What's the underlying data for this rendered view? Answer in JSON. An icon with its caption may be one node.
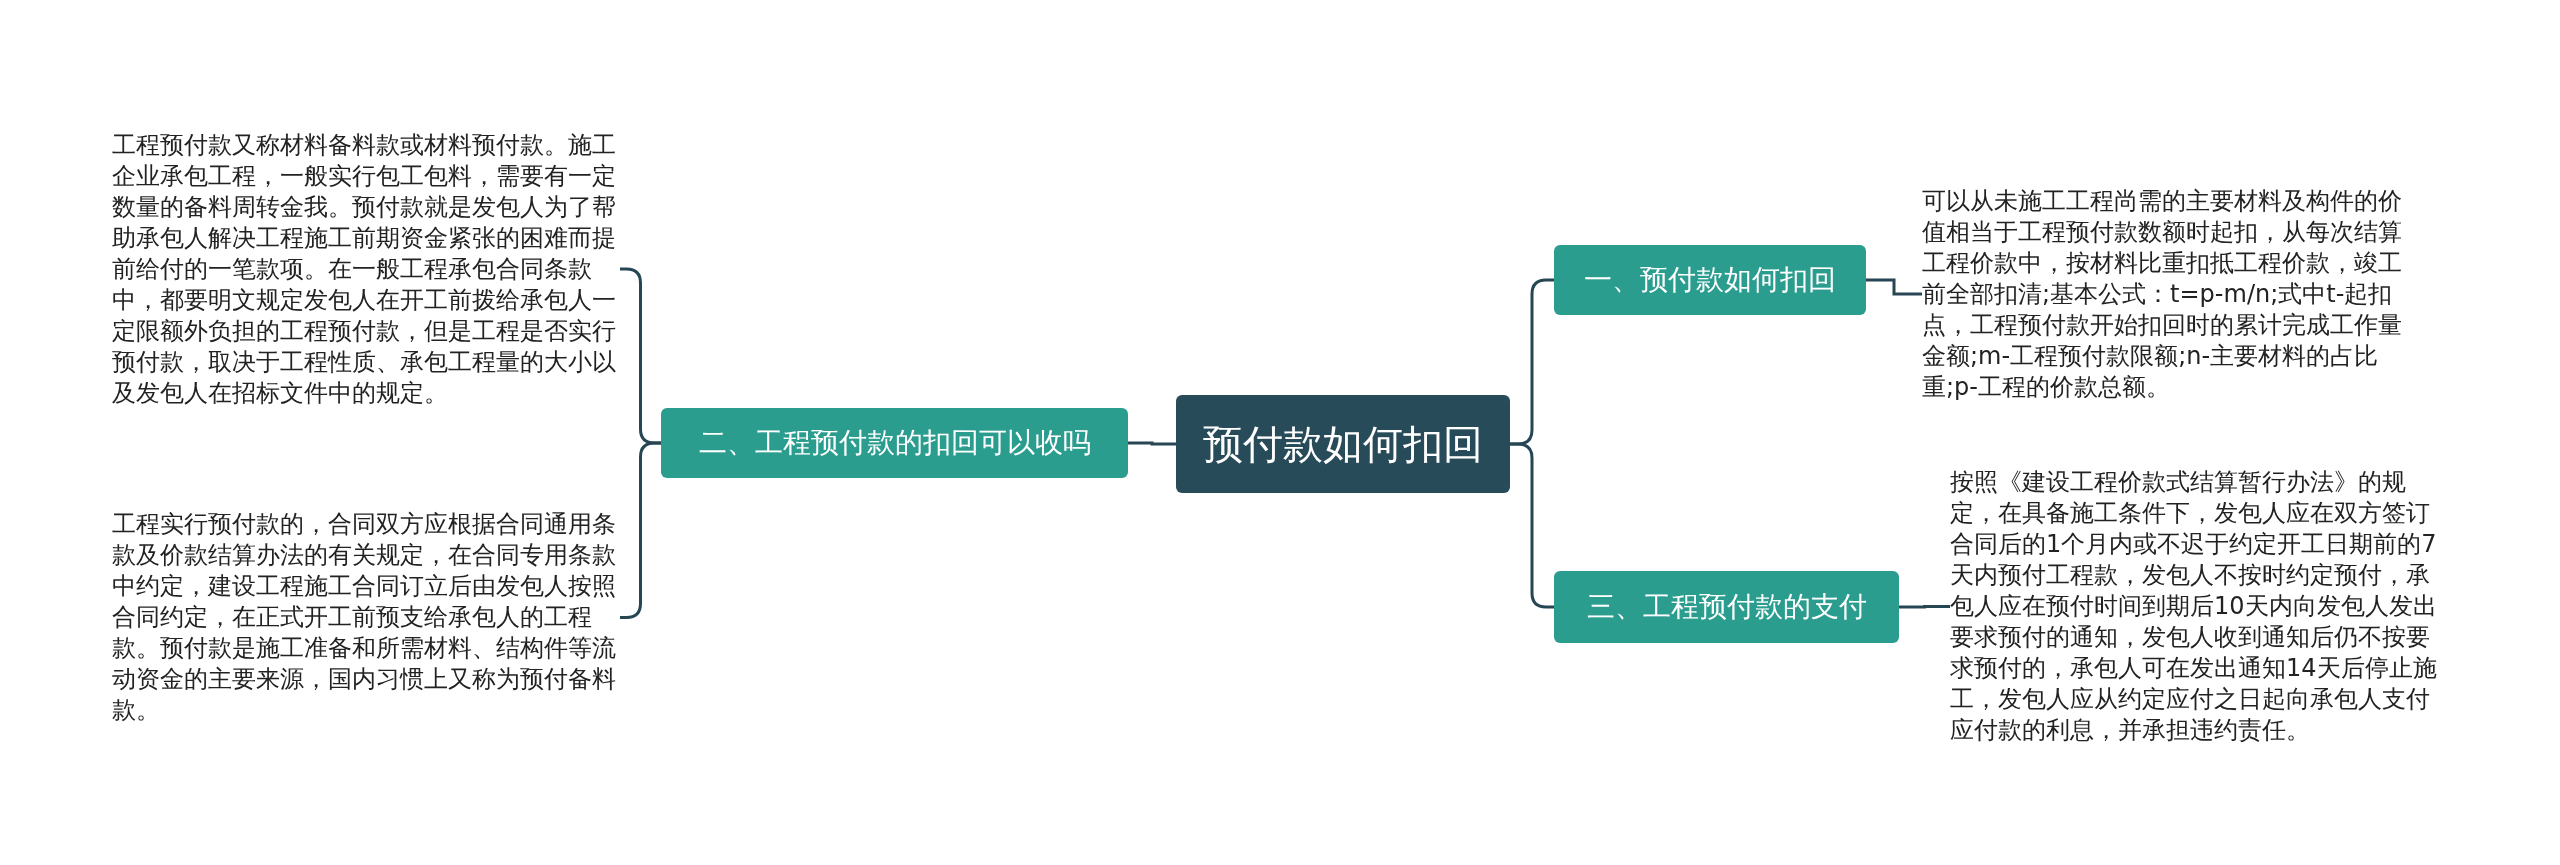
{
  "diagram": {
    "nodes": [
      {
        "text": [
          "预付款如何扣回"
        ]
      },
      {
        "text": [
          "一、预付款如何扣回"
        ]
      },
      {
        "text": [
          "可以从未施工工程尚需的主要材料及构件的价值相当于工程预付款数额时起扣，从每次结算工程价款中，按材料比重扣抵工程价款，竣工前全部扣清;基本公式：t=p-m/n;式中t-起扣点，工程预付款开始扣回时的累计完成工作量金额;m-工程预付款限额;n-主要材料的占比重;p-工程的价款总额。"
        ]
      },
      {
        "text": [
          "三、工程预付款的支付"
        ]
      },
      {
        "text": [
          "按照《建设工程价款式结算暂行办法》的规定，在具备施工条件下，发包人应在双方签订合同后的1个月内或不迟于约定开工日期前的7天内预付工程款，发包人不按时约定预付，承包人应在预付时间到期后10天内向发包人发出要求预付的通知，发包人收到通知后仍不按要求预付的，承包人可在发出通知14天后停止施工，发包人应从约定应付之日起向承包人支付应付款的利息，并承担违约责任。"
        ]
      },
      {
        "text": [
          "二、工程预付款的扣回可以收吗"
        ]
      },
      {
        "text": [
          "工程预付款又称材料备料款或材料预付款。施工企业承包工程，一般实行包工包料，需要有一定数量的备料周转金我。预付款就是发包人为了帮助承包人解决工程施工前期资金紧张的困难而提前给付的一笔款项。在一般工程承包合同条款中，都要明文规定发包人在开工前拨给承包人一定限额外负担的工程预付款，但是工程是否实行预付款，取决于工程性质、承包工程量的大小以及发包人在招标文件中的规定。"
        ]
      },
      {
        "text": [
          "工程实行预付款的，合同双方应根据合同通用条款及价款结算办法的有关规定，在合同专用条款中约定，建设工程施工合同订立后由发包人按照合同约定，在正式开工前预支给承包人的工程款。预付款是施工准备和所需材料、结构件等流动资金的主要来源，国内习惯上又称为预付备料款。"
        ]
      }
    ],
    "edges": [
      {
        "from": 0,
        "to": 1,
        "arrow": "none"
      },
      {
        "from": 1,
        "to": 2,
        "arrow": "none"
      },
      {
        "from": 0,
        "to": 3,
        "arrow": "none"
      },
      {
        "from": 3,
        "to": 4,
        "arrow": "none"
      },
      {
        "from": 0,
        "to": 5,
        "arrow": "none"
      },
      {
        "from": 5,
        "to": 6,
        "arrow": "none"
      },
      {
        "from": 5,
        "to": 7,
        "arrow": "none"
      }
    ]
  }
}
